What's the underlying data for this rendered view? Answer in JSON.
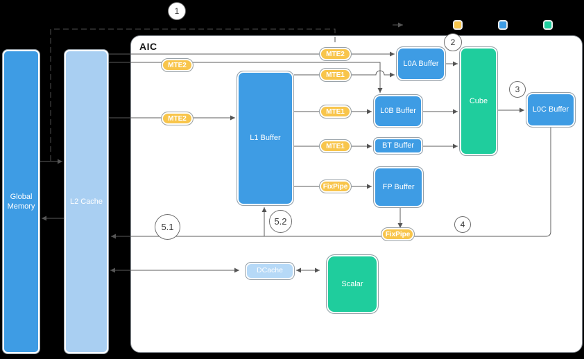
{
  "title": "AIC",
  "nodes": {
    "global_memory": "Global Memory",
    "l2_cache": "L2 Cache",
    "l1_buffer": "L1 Buffer",
    "l0a_buffer": "L0A Buffer",
    "l0b_buffer": "L0B Buffer",
    "bt_buffer": "BT Buffer",
    "fp_buffer": "FP Buffer",
    "l0c_buffer": "L0C Buffer",
    "cube": "Cube",
    "scalar": "Scalar",
    "dcache": "DCache"
  },
  "badges": {
    "mte2_top": "MTE2",
    "mte2_left_upper": "MTE2",
    "mte2_left_lower": "MTE2",
    "mte1_l0a": "MTE1",
    "mte1_l0b": "MTE1",
    "mte1_bt": "MTE1",
    "fixpipe_fp": "FixPipe",
    "fixpipe_out": "FixPipe"
  },
  "steps": {
    "step1": "1",
    "step2": "2",
    "step3": "3",
    "step4": "4",
    "step5_1": "5.1",
    "step5_2": "5.2"
  },
  "legend": {
    "swatches": [
      {
        "name": "mte-fixpipe-swatch",
        "color": "#f8c54b"
      },
      {
        "name": "buffer-swatch",
        "color": "#3e9ce4"
      },
      {
        "name": "compute-swatch",
        "color": "#1fcd9d"
      }
    ]
  },
  "colors": {
    "background": "#000000",
    "panel": "#ffffff",
    "blue": "#3e9ce4",
    "light_blue": "#a9cff2",
    "lighter_blue": "#b6d9f7",
    "green": "#1fcd9d",
    "yellow": "#f8c54b",
    "line": "#5c5c5c"
  }
}
